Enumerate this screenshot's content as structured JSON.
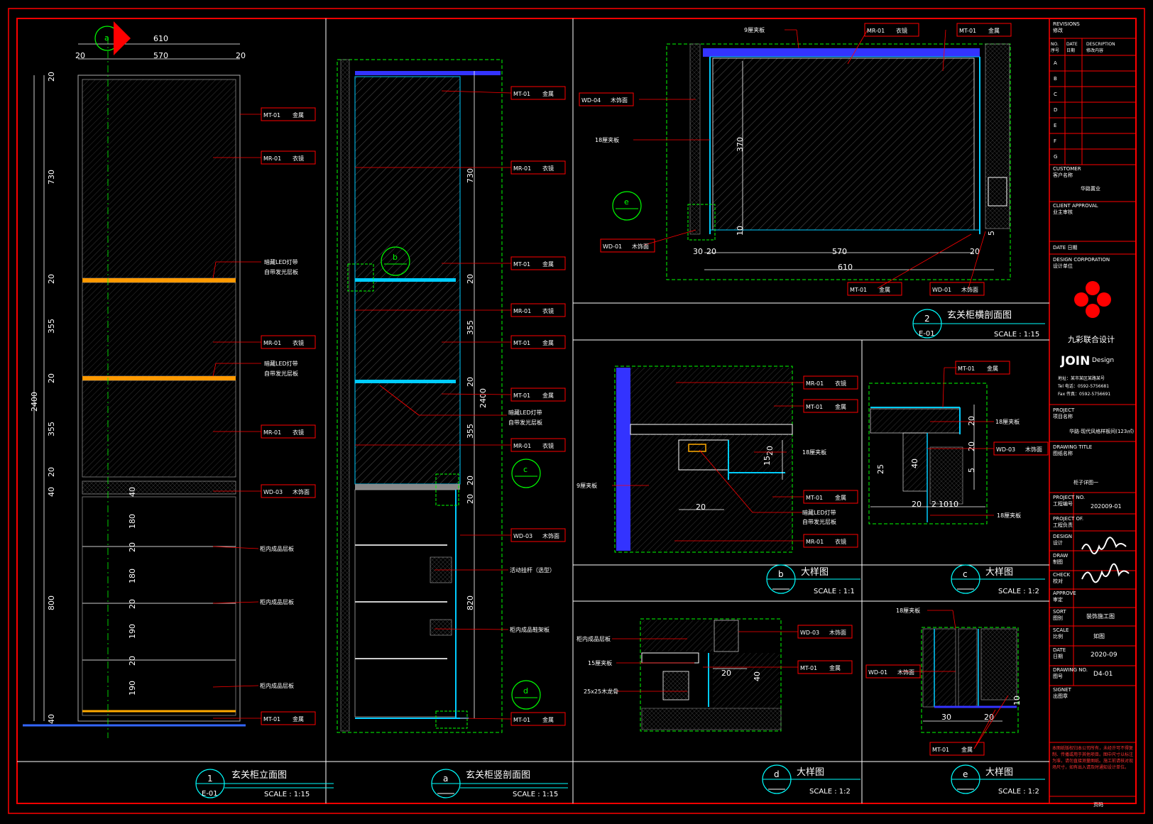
{
  "views": {
    "v1": {
      "num": "1",
      "ref": "E-01",
      "title": "玄关柜立面图",
      "scale": "SCALE : 1:15"
    },
    "va": {
      "num": "a",
      "title": "玄关柜竖剖面图",
      "scale": "SCALE : 1:15"
    },
    "v2": {
      "num": "2",
      "ref": "E-01",
      "title": "玄关柜横剖面图",
      "scale": "SCALE : 1:15"
    },
    "vb": {
      "num": "b",
      "title": "大样图",
      "scale": "SCALE : 1:1"
    },
    "vc": {
      "num": "c",
      "title": "大样图",
      "scale": "SCALE : 1:2"
    },
    "vd": {
      "num": "d",
      "title": "大样图",
      "scale": "SCALE : 1:2"
    },
    "ve": {
      "num": "e",
      "title": "大样图",
      "scale": "SCALE : 1:2"
    }
  },
  "elevation": {
    "marker": "a",
    "top_dims": [
      "610",
      "20",
      "570",
      "20"
    ],
    "overall": "2400",
    "v_dims": [
      "20",
      "730",
      "20",
      "355",
      "20",
      "355",
      "20",
      "40",
      "800",
      "40"
    ],
    "v_dims_lower": [
      "40",
      "180",
      "20",
      "180",
      "20",
      "190",
      "20",
      "190"
    ],
    "tags": [
      {
        "code": "MT-01",
        "name": "金属"
      },
      {
        "code": "MR-01",
        "name": "衣镜"
      },
      {
        "code": "MR-01",
        "name": "衣镜"
      },
      {
        "code": "MR-01",
        "name": "衣镜"
      },
      {
        "code": "WD-03",
        "name": "木饰面"
      },
      {
        "code": "MT-01",
        "name": "金属"
      }
    ],
    "notes": [
      "暗藏LED灯带",
      "自带发光层板",
      "暗藏LED灯带",
      "自带发光层板",
      "柜内成品层板",
      "柜内成品层板",
      "柜内成品层板"
    ]
  },
  "section_a": {
    "tags": [
      {
        "code": "MT-01",
        "name": "金属"
      },
      {
        "code": "MR-01",
        "name": "衣镜"
      },
      {
        "code": "MT-01",
        "name": "金属"
      },
      {
        "code": "MR-01",
        "name": "衣镜"
      },
      {
        "code": "MT-01",
        "name": "金属"
      },
      {
        "code": "MT-01",
        "name": "金属"
      },
      {
        "code": "MR-01",
        "name": "衣镜"
      },
      {
        "code": "WD-03",
        "name": "木饰面"
      },
      {
        "code": "MT-01",
        "name": "金属"
      }
    ],
    "notes": [
      "暗藏LED灯带",
      "自带发光层板",
      "活动挂杆（选型）",
      "柜内成品鞋架板"
    ],
    "dims": [
      "730",
      "20",
      "355",
      "2400",
      "20",
      "355",
      "20",
      "20",
      "820"
    ],
    "markers": [
      "b",
      "c",
      "d"
    ]
  },
  "section_2": {
    "tags": [
      {
        "code": "MR-01",
        "name": "衣镜"
      },
      {
        "code": "MT-01",
        "name": "金属"
      },
      {
        "code": "WD-04",
        "name": "木饰面"
      },
      {
        "code": "WD-01",
        "name": "木饰面"
      },
      {
        "code": "MT-01",
        "name": "金属"
      },
      {
        "code": "WD-01",
        "name": "木饰面"
      }
    ],
    "notes": [
      "9厘夹板",
      "18厘夹板"
    ],
    "dims": [
      "370",
      "10",
      "30",
      "20",
      "570",
      "20",
      "610",
      "5"
    ],
    "marker": "e"
  },
  "detail_b": {
    "tags": [
      {
        "code": "MR-01",
        "name": "衣镜"
      },
      {
        "code": "MT-01",
        "name": "金属"
      },
      {
        "code": "MT-01",
        "name": "金属"
      },
      {
        "code": "MR-01",
        "name": "衣镜"
      }
    ],
    "notes": [
      "9厘夹板",
      "18厘夹板",
      "暗藏LED灯带",
      "自带发光层板"
    ],
    "dims": [
      "20",
      "15",
      "20"
    ]
  },
  "detail_c": {
    "tags": [
      {
        "code": "MT-01",
        "name": "金属"
      },
      {
        "code": "WD-03",
        "name": "木饰面"
      }
    ],
    "notes": [
      "18厘夹板",
      "18厘夹板"
    ],
    "dims": [
      "20",
      "20",
      "5",
      "40",
      "25",
      "20",
      "2",
      "10",
      "10"
    ]
  },
  "detail_d": {
    "tags": [
      {
        "code": "WD-03",
        "name": "木饰面"
      },
      {
        "code": "MT-01",
        "name": "金属"
      }
    ],
    "notes": [
      "柜内成品层板",
      "15厘夹板",
      "25x25木龙骨"
    ],
    "dims": [
      "20",
      "40"
    ]
  },
  "detail_e": {
    "tags": [
      {
        "code": "WD-01",
        "name": "木饰面"
      },
      {
        "code": "MT-01",
        "name": "金属"
      }
    ],
    "notes": [
      "18厘夹板"
    ],
    "dims": [
      "30",
      "20",
      "10"
    ]
  },
  "titleblock": {
    "revisions_label": "REVISIONS",
    "revisions_cn": "修改",
    "rev_cols": [
      "NO.",
      "DATE",
      "DESCRIPTION"
    ],
    "rev_cols_cn": [
      "序号",
      "日期",
      "修改内容"
    ],
    "rev_rows": [
      "A",
      "B",
      "C",
      "D",
      "E",
      "F",
      "G"
    ],
    "customer_label": "CUSTOMER",
    "customer_cn": "客户名称",
    "customer_value": "华路置业",
    "approval_label": "CLIENT APPROVAL",
    "approval_cn": "业主审核",
    "date_label": "DATE",
    "date_cn": "日期",
    "corp_label": "DESIGN CORPORATION",
    "corp_cn": "设计单位",
    "company_cn": "九彩联合设计",
    "company_en": "JOIN",
    "company_en2": "Design",
    "address": "地址：某市某区某路某号",
    "tel": "Tel 电话：0592-5756681",
    "fax": "Fax 传真：0592-5756691",
    "project_label": "PROJECT",
    "project_cn": "项目名称",
    "project_value": "华路·现代风格样板间(123㎡)",
    "drawing_title_label": "DRAWING TITLE",
    "drawing_title_cn": "图纸名称",
    "drawing_title_value": "柜子详图一",
    "project_no_label": "PROJECT NO.",
    "project_no_cn": "工程编号",
    "project_no_value": "202009-01",
    "project_of_label": "PROJECT OF.",
    "project_of_cn": "工程负责",
    "design_label": "DESIGN",
    "design_cn": "设计",
    "draw_label": "DRAW",
    "draw_cn": "制图",
    "check_label": "CHECK",
    "check_cn": "校对",
    "approve_label": "APPROVE",
    "approve_cn": "审定",
    "sort_label": "SORT",
    "sort_cn": "图别",
    "sort_value": "装饰施工图",
    "scale_label": "SCALE",
    "scale_cn": "比例",
    "scale_value": "如图",
    "tdate_label": "DATE",
    "tdate_cn": "日期",
    "tdate_value": "2020-09",
    "dno_label": "DRAWING NO.",
    "dno_cn": "图号",
    "dno_value": "D4-01",
    "signet_label": "SIGNET",
    "signet_cn": "出图章",
    "disclaimer": "本图纸版权归本公司所有，未经许可不得复制、传播或用于其他项目。图中尺寸以标注为准，请勿直接测量图纸。施工前请核对现场尺寸，如有出入请及时通知设计单位。",
    "footer": "页码"
  },
  "colors": {
    "frame": "#ff0000",
    "tag": "#ff0000",
    "dim": "#ffffff",
    "cyan": "#00ffff",
    "green": "#00ff00",
    "blue": "#3333ff",
    "led": "#ff9900"
  }
}
